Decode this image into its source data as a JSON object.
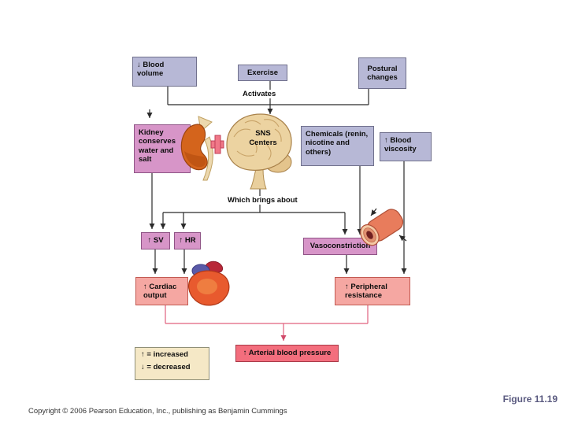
{
  "nodes": {
    "blood_volume": "↓ Blood volume",
    "exercise": "Exercise",
    "postural_changes": "Postural changes",
    "kidney": "Kidney conserves water and salt",
    "sns_centers": "SNS Centers",
    "chemicals": "Chemicals (renin, nicotine and others)",
    "blood_viscosity": "↑ Blood viscosity",
    "sv": "↑ SV",
    "hr": "↑ HR",
    "vasoconstriction": "Vasoconstriction",
    "cardiac_output": "↑ Cardiac output",
    "peripheral_resistance": "↑ Peripheral resistance",
    "arterial_blood_pressure": "↑ Arterial blood pressure"
  },
  "flow_labels": {
    "activates": "Activates",
    "which_brings_about": "Which brings about"
  },
  "legend": {
    "increased": "↑ = increased",
    "decreased": "↓ = decreased"
  },
  "caption": "Figure 11.19",
  "copyright": "Copyright © 2006 Pearson Education, Inc., publishing as Benjamin Cummings",
  "colors": {
    "lavender_box": "#b7b8d6",
    "mauve_box": "#d795c8",
    "salmon_box": "#f5a7a2",
    "red_pink_box": "#f36e7d",
    "cream_box": "#f5e8c6",
    "connector_line": "#2b2b2b",
    "pink_connector_line": "#e0607e",
    "caption_text": "#5b5b80"
  }
}
